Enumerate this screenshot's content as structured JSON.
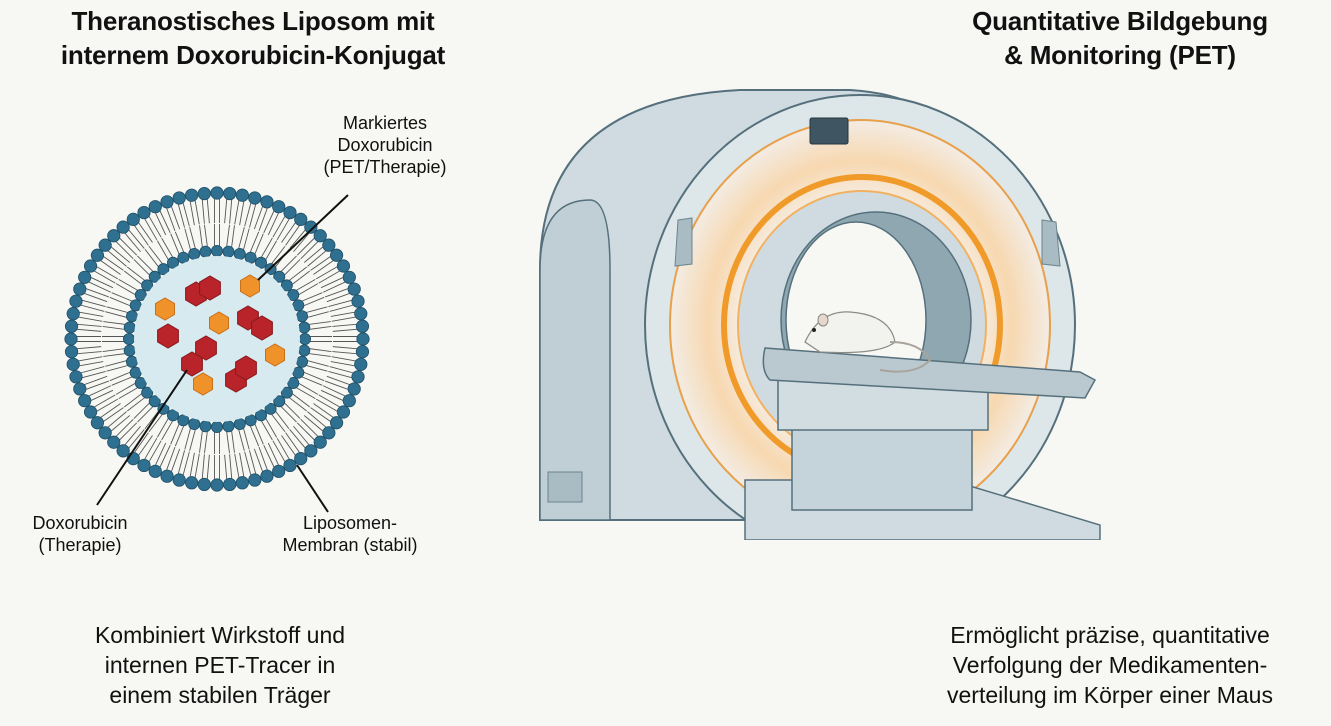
{
  "left_panel": {
    "title_lines": [
      "Theranostisches Liposom mit",
      "internem Doxorubicin-Konjugat"
    ],
    "labels": {
      "marked_doxorubicin": [
        "Markiertes",
        "Doxorubicin",
        "(PET/Therapie)"
      ],
      "doxorubicin": [
        "Doxorubicin",
        "(Therapie)"
      ],
      "membrane": [
        "Liposomen-",
        "Membran (stabil)"
      ]
    },
    "caption_lines": [
      "Kombiniert Wirkstoff und",
      "internen PET-Tracer in",
      "einem stabilen Träger"
    ],
    "illustration": "liposome-diagram",
    "colors": {
      "phospholipid_head": "#2f6f8f",
      "core": "#d8ecf2",
      "doxorubicin": "#b8242a",
      "marked_doxorubicin": "#f0922a"
    }
  },
  "right_panel": {
    "title_lines": [
      "Quantitative Bildgebung",
      "& Monitoring (PET)"
    ],
    "caption_lines": [
      "Ermöglicht präzise, quantitative",
      "Verfolgung der Medikamenten-",
      "verteilung im Körper einer Maus"
    ],
    "illustration": "pet-scanner-with-mouse",
    "colors": {
      "scanner_body": "#d6e0e4",
      "detector_ring": "#f09a2a",
      "table": "#b9c9cf"
    }
  }
}
